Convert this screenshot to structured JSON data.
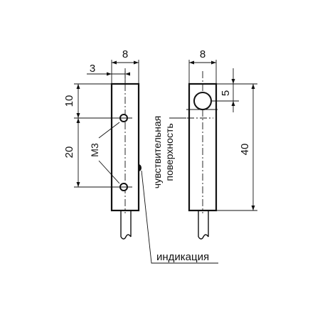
{
  "drawing": {
    "side_view": {
      "width_dim": "8",
      "offset_dim": "3",
      "top_dim": "10",
      "spacing_dim": "20",
      "thread_label": "M3"
    },
    "front_view": {
      "width_dim": "8",
      "sensing_dim": "5",
      "length_dim": "40"
    },
    "labels": {
      "sensitive_line1": "чувствительная",
      "sensitive_line2": "поверхность",
      "indication": "индикация"
    },
    "colors": {
      "line": "#111111",
      "background": "#ffffff"
    }
  }
}
